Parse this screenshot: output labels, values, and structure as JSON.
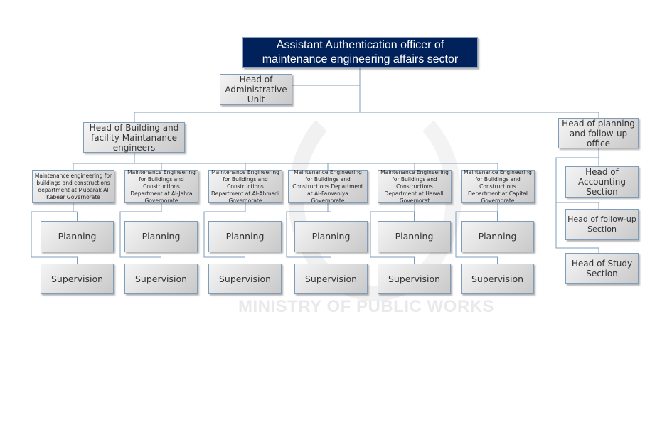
{
  "watermark": "MINISTRY OF PUBLIC WORKS",
  "colors": {
    "top_fill": "#00215a",
    "line": "#7f9db9"
  },
  "top": "Assistant Authentication officer of maintenance engineering affairs sector",
  "admin": "Head of Administrative Unit",
  "building_head": "Head of Building and facility Maintanance engineers",
  "planning_head": "Head of planning and follow-up office",
  "departments": [
    {
      "name": "Maintenance engineering for buildings and constructions department at Mubarak Al Kabeer Governorate",
      "planning": "Planning",
      "supervision": "Supervision"
    },
    {
      "name": "Maintenance Engineering for Buildings and Constructions Department at Al-Jahra Governorate",
      "planning": "Planning",
      "supervision": "Supervision"
    },
    {
      "name": "Maintenance Engineering for Buildings and Constructions Department at Al-Ahmadi Governorate",
      "planning": "Planning",
      "supervision": "Supervision"
    },
    {
      "name": "Maintenance Engineering for Buildings and Constructions Department at Al-Farwaniya Governorate",
      "planning": "Planning",
      "supervision": "Supervision"
    },
    {
      "name": "Maintenance Engineering for Buildings and Constructions Department at Hawalli Governorat",
      "planning": "Planning",
      "supervision": "Supervision"
    },
    {
      "name": "Maintenance Engineering for Buildings and Constructions Department at Capital Governorate",
      "planning": "Planning",
      "supervision": "Supervision"
    }
  ],
  "sections": [
    "Head of Accounting Section",
    "Head of follow-up Section",
    "Head of Study Section"
  ]
}
